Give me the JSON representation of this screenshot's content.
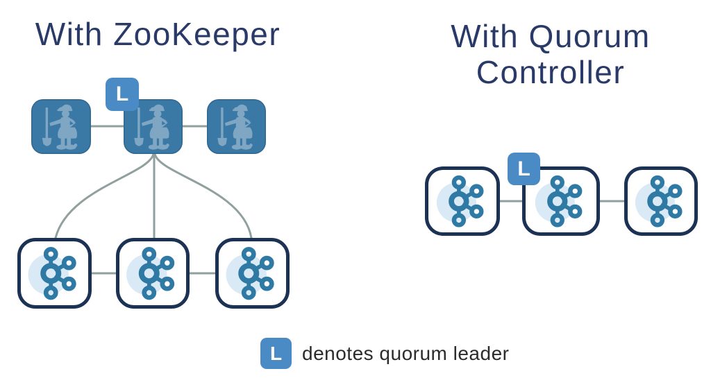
{
  "titles": {
    "left": "With ZooKeeper",
    "right": "With Quorum Controller"
  },
  "leader_badge": {
    "label": "L"
  },
  "legend": {
    "badge_label": "L",
    "text": "denotes quorum leader"
  },
  "clusters": {
    "zookeeper_ensemble": {
      "node_count": 3,
      "leader_badge_on": "middle node"
    },
    "kafka_brokers_left": {
      "broker_count": 3
    },
    "kafka_quorum_right": {
      "broker_count": 3,
      "leader_badge_on": "middle node"
    }
  },
  "icons": {
    "zookeeper_node": "zookeeper-icon",
    "kafka_node": "kafka-icon",
    "leader": "leader-badge"
  },
  "colors": {
    "title_text": "#2a3a68",
    "zookeeper_node_fill": "#3a78a5",
    "zookeeper_silhouette": "#7fa6c2",
    "leader_badge_fill": "#4a8bc6",
    "leader_badge_text": "#ffffff",
    "kafka_node_border": "#1c3254",
    "kafka_logo_blue": "#2f79a5",
    "kafka_halo_blue": "#d9e9f6",
    "connector_gray": "#8fa09f",
    "legend_text": "#2b2b2b"
  }
}
